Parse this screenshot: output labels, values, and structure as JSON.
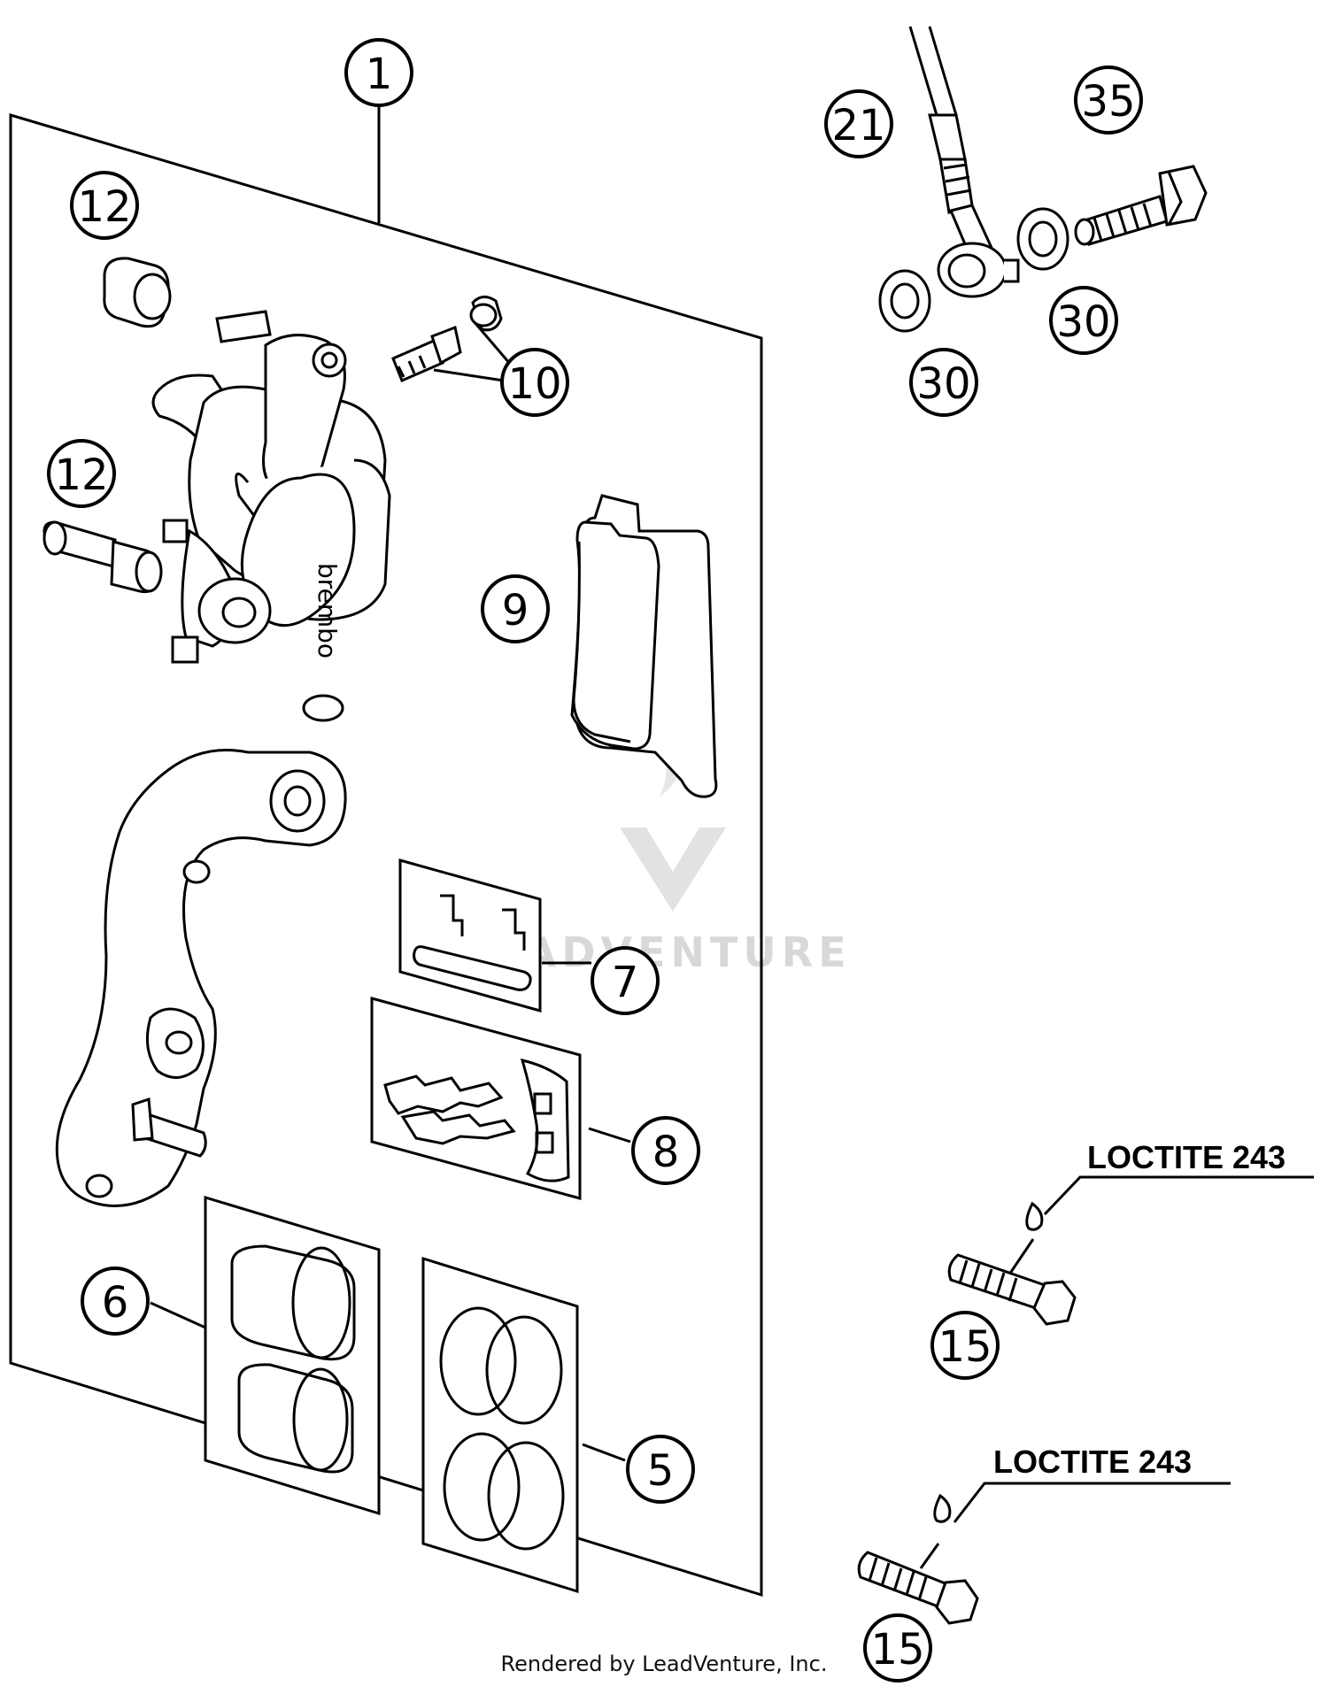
{
  "callouts": {
    "c1": "1",
    "c21": "21",
    "c35": "35",
    "c12a": "12",
    "c12b": "12",
    "c10": "10",
    "c30a": "30",
    "c30b": "30",
    "c9": "9",
    "c7": "7",
    "c8": "8",
    "c6": "6",
    "c5": "5",
    "c15a": "15",
    "c15b": "15"
  },
  "labels": {
    "loctite_a": "LOCTITE 243",
    "loctite_b": "LOCTITE 243",
    "caliper_brand": "brembo"
  },
  "footer": "Rendered by LeadVenture, Inc.",
  "watermark": "LEADVENTURE"
}
